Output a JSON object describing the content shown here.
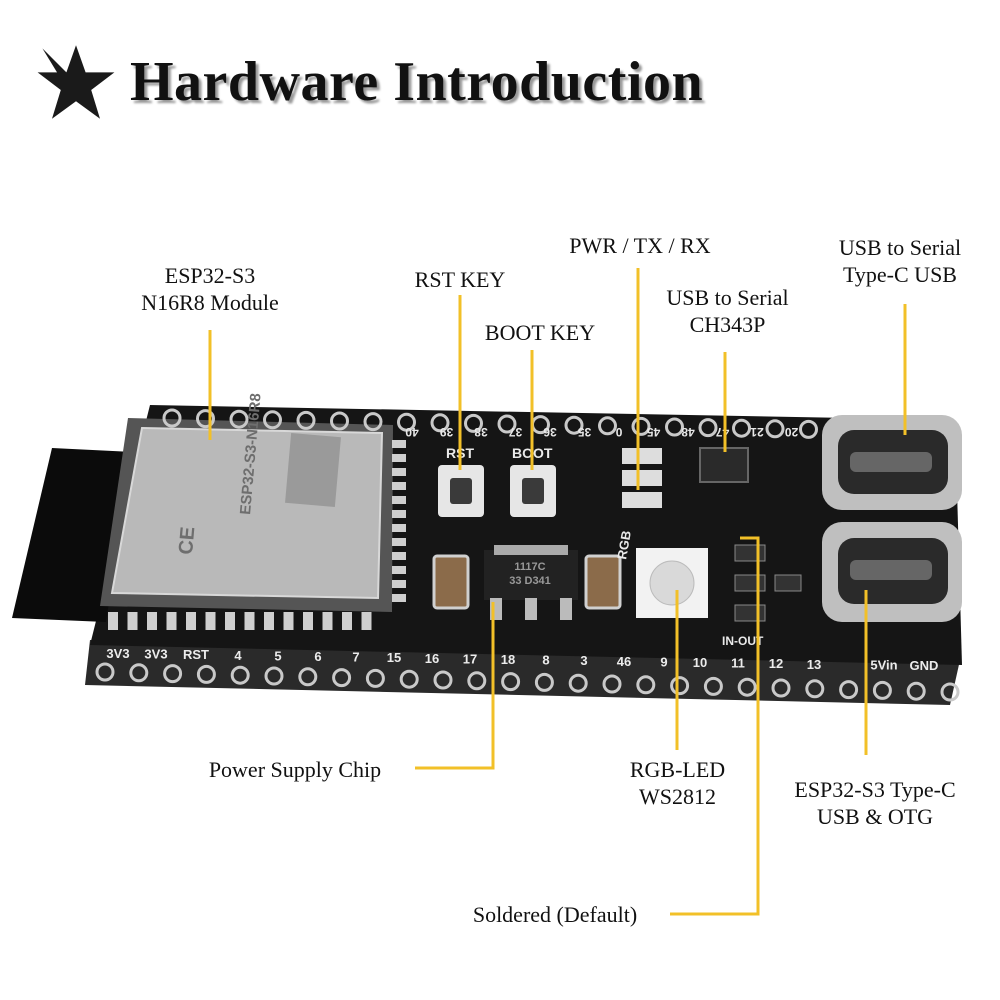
{
  "title": "Hardware Introduction",
  "colors": {
    "leader": "#f2c028",
    "board": "#151515",
    "pad": "#c9c9c9",
    "title_shadow": "#9a9a9a"
  },
  "icons": {
    "title_icon": "star-icon"
  },
  "labels": {
    "module": [
      "ESP32-S3",
      "N16R8 Module"
    ],
    "rst_key": [
      "RST KEY"
    ],
    "boot_key": [
      "BOOT KEY"
    ],
    "pwr_tx_rx": [
      "PWR / TX / RX"
    ],
    "usb_serial_chip": [
      "USB to Serial",
      "CH343P"
    ],
    "usb_serial_port": [
      "USB to Serial",
      "Type-C USB"
    ],
    "power_chip": [
      "Power Supply Chip"
    ],
    "rgb_led": [
      "RGB-LED",
      "WS2812"
    ],
    "otg_port": [
      "ESP32-S3 Type-C",
      "USB & OTG"
    ],
    "soldered": [
      "Soldered (Default)"
    ]
  },
  "board": {
    "module_text": "ESP32-S3-N16R8",
    "rst_text": "RST",
    "boot_text": "BOOT",
    "reg_text": [
      "1117C",
      "33 D341"
    ],
    "rgb_text": "RGB",
    "inout_text": "IN-OUT",
    "top_pins": [
      "40",
      "39",
      "38",
      "37",
      "36",
      "35",
      "0",
      "45",
      "48",
      "47",
      "21",
      "20"
    ],
    "bottom_pins": [
      "3V3",
      "3V3",
      "RST",
      "4",
      "5",
      "6",
      "7",
      "15",
      "16",
      "17",
      "18",
      "8",
      "3",
      "46",
      "9",
      "10",
      "11",
      "12",
      "13",
      "5Vin",
      "GND"
    ]
  }
}
